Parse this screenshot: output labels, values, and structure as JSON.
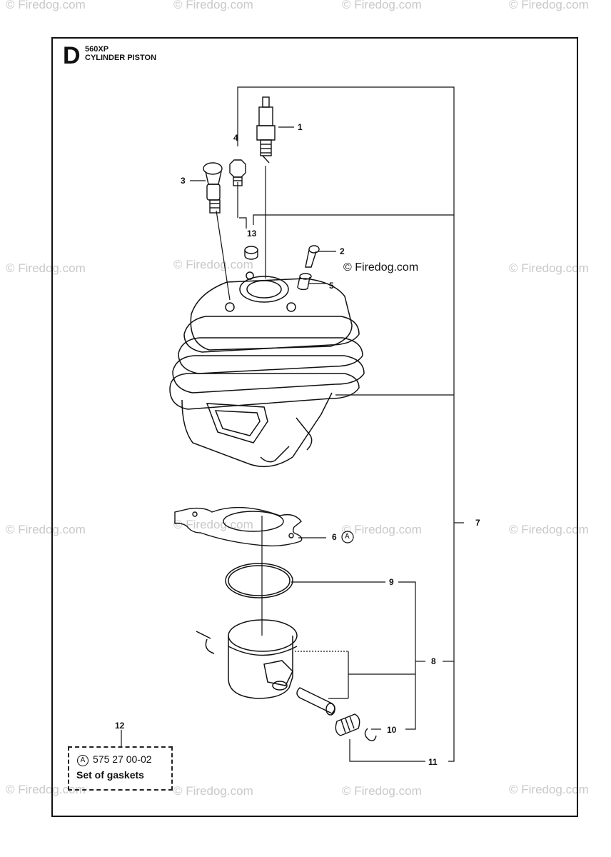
{
  "header": {
    "section_letter": "D",
    "model": "560XP",
    "title": "CYLINDER PISTON"
  },
  "watermark": {
    "text": "© Firedog.com"
  },
  "copyright_notice": "© Firedog.com",
  "callouts": {
    "c1": "1",
    "c2": "2",
    "c3": "3",
    "c4": "4",
    "c5": "5",
    "c6": "6",
    "c6_symbol": "A",
    "c7": "7",
    "c8": "8",
    "c9": "9",
    "c10": "10",
    "c11": "11",
    "c12": "12",
    "c13": "13"
  },
  "gasket_set": {
    "symbol": "A",
    "part_number": "575 27 00-02",
    "label": "Set of gaskets"
  }
}
